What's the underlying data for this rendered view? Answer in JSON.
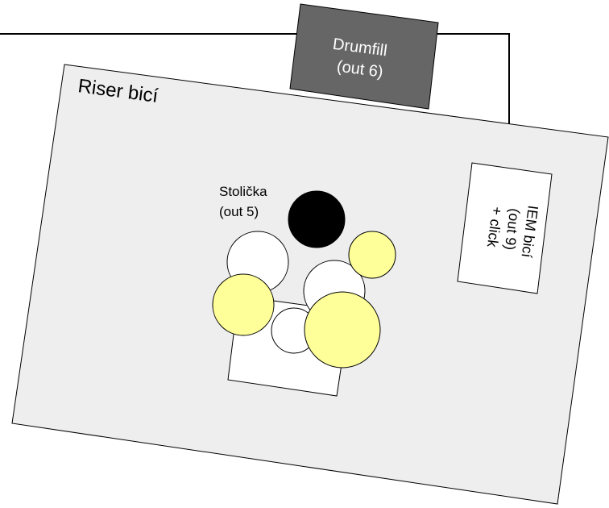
{
  "riser": {
    "label": "Riser bicí"
  },
  "drumfill": {
    "line1": "Drumfill",
    "line2": "(out 6)"
  },
  "iem": {
    "line1": "IEM bicí",
    "line2": "(out 9)",
    "line3": "+ click"
  },
  "stool": {
    "line1": "Stolička",
    "line2": "(out 5)"
  },
  "colors": {
    "riser_fill": "#eeeeee",
    "drumfill_fill": "#666666",
    "stool_fill": "#000000",
    "drum_fill": "#ffffff",
    "cymbal_fill": "#ffff99",
    "cable": "#000000"
  }
}
